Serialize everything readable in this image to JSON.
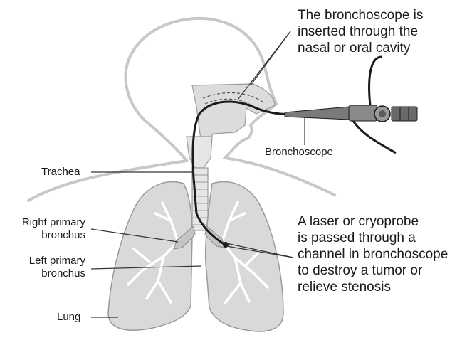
{
  "labels": {
    "insertion": {
      "lines": [
        "The bronchoscope is",
        "inserted through the",
        "nasal or oral cavity"
      ]
    },
    "bronchoscope": "Bronchoscope",
    "trachea": "Trachea",
    "right_primary_bronchus": {
      "lines": [
        "Right primary",
        "bronchus"
      ]
    },
    "left_primary_bronchus": {
      "lines": [
        "Left primary",
        "bronchus"
      ]
    },
    "lung": "Lung",
    "laser": {
      "lines": [
        "A laser or cryoprobe",
        "is passed through a",
        "channel in bronchoscope",
        "to destroy a tumor or",
        "relieve stenosis"
      ]
    }
  },
  "colors": {
    "outline": "#c8c8c8",
    "lung_fill": "#d9d9d9",
    "lung_stroke": "#9a9a9a",
    "tissue_fill": "#e6e6e6",
    "scope": "#1a1a1a",
    "leader": "#333333"
  }
}
